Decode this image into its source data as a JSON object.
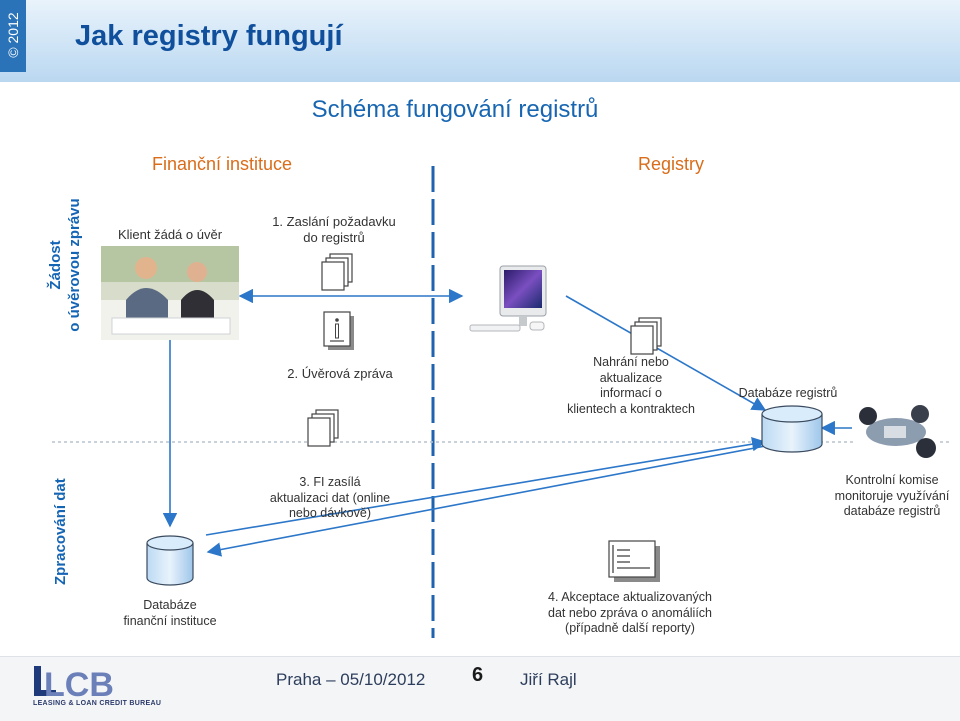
{
  "header": {
    "copyright": "© 2012",
    "title": "Jak registry fungují"
  },
  "diagram": {
    "title": "Schéma fungování registrů",
    "columns": {
      "left": "Finanční instituce",
      "right": "Registry"
    },
    "rows": {
      "top": [
        "Žádost",
        "o úvěrovou zprávu"
      ],
      "bottom": "Zpracování dat"
    },
    "labels": {
      "client_request": "Klient žádá o úvěr",
      "step1": [
        "1. Zaslání požadavku",
        "do registrů"
      ],
      "step2": "2. Úvěrová zpráva",
      "upload": [
        "Nahrání nebo",
        "aktualizace",
        "informací o",
        "klientech a kontraktech"
      ],
      "registry_db": "Databáze registrů",
      "step3": [
        "3. FI zasílá",
        "aktualizaci dat (online",
        "nebo dávkově)"
      ],
      "commission": [
        "Kontrolní komise",
        "monitoruje využívání",
        "databáze registrů"
      ],
      "fi_db": [
        "Databáze",
        "finanční instituce"
      ],
      "step4": [
        "4. Akceptace aktualizovaných",
        "dat nebo zpráva o anomáliích",
        "(případně další reporty)"
      ]
    },
    "icons": {
      "people_photo": "photo-people-icon",
      "computer": "computer-icon",
      "meeting": "meeting-photo-icon",
      "documents": "document-stack-icon",
      "info_doc": "info-document-icon",
      "database": "database-icon",
      "report": "report-document-icon"
    }
  },
  "footer": {
    "location_date": "Praha – 05/10/2012",
    "page": "6",
    "author": "Jiří Rajl"
  },
  "logo": {
    "letters": "LLCB",
    "tagline": "LEASING & LOAN CREDIT BUREAU"
  },
  "colors": {
    "title": "#0f4f9c",
    "accent_blue": "#1866b2",
    "column_heading": "#d96d1a",
    "line": "#2c77c9"
  }
}
